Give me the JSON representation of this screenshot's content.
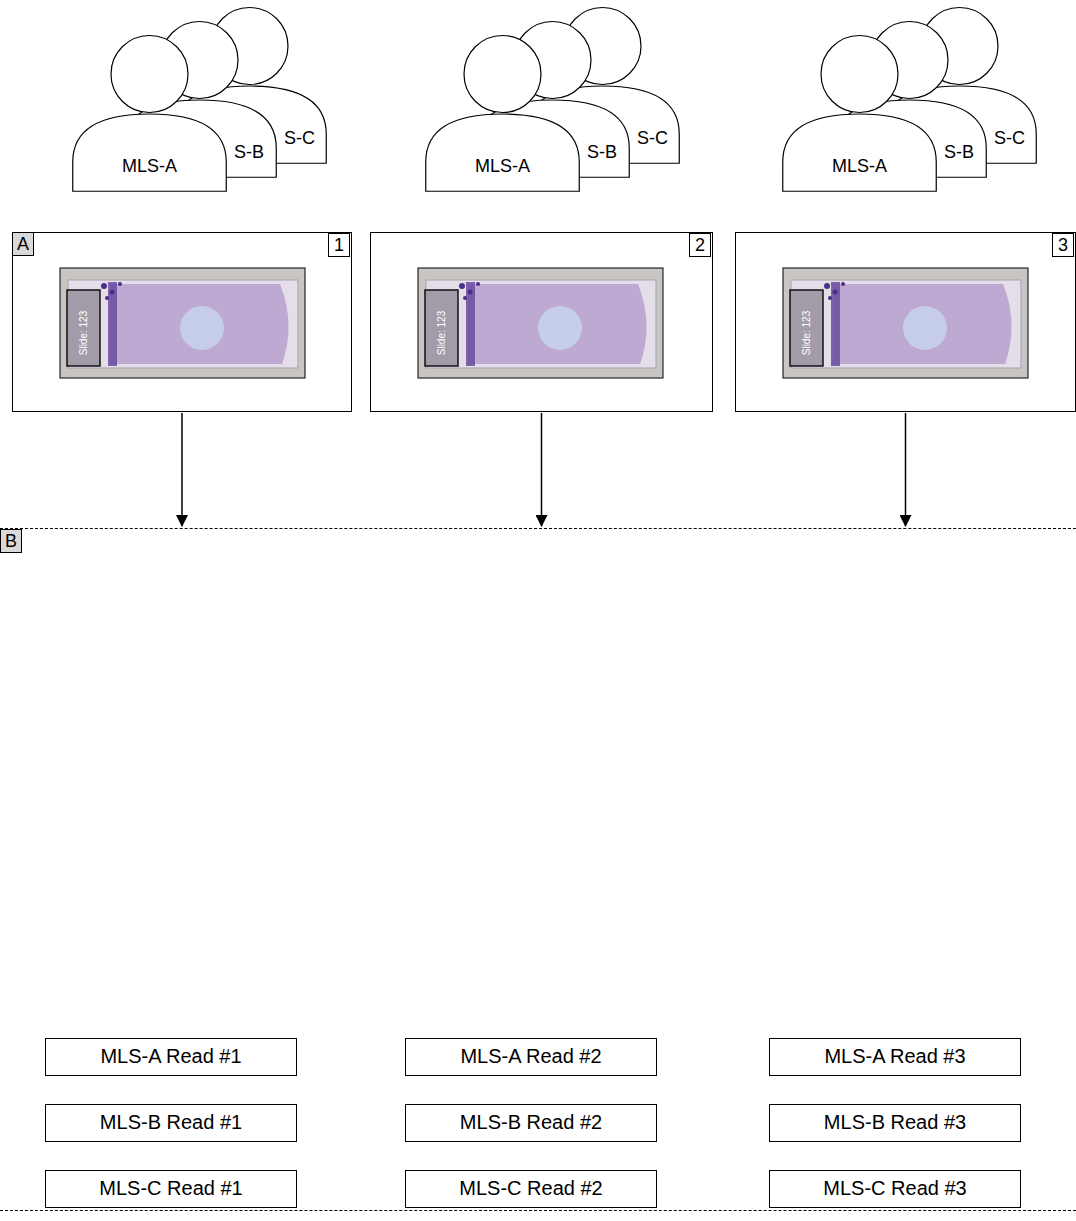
{
  "diagram": {
    "nodes": [
      {
        "text": [
          "MLS-A"
        ]
      },
      {
        "text": [
          "S-B"
        ]
      },
      {
        "text": [
          "S-C"
        ]
      },
      {
        "text": [
          "MLS-A"
        ]
      },
      {
        "text": [
          "S-B"
        ]
      },
      {
        "text": [
          "S-C"
        ]
      },
      {
        "text": [
          "MLS-A"
        ]
      },
      {
        "text": [
          "S-B"
        ]
      },
      {
        "text": [
          "S-C"
        ]
      },
      {
        "text": [
          "1"
        ]
      },
      {
        "text": [
          "2"
        ]
      },
      {
        "text": [
          "3"
        ]
      },
      {
        "text": [
          "B"
        ]
      },
      {
        "text": [
          "MLS-A Read #1"
        ],
        "in": 12
      },
      {
        "text": [
          "MLS-A Read #2"
        ],
        "in": 12
      },
      {
        "text": [
          "MLS-A Read #3"
        ],
        "in": 12
      },
      {
        "text": [
          "MLS-B Read #1"
        ],
        "in": 12
      },
      {
        "text": [
          "MLS-B Read #2"
        ],
        "in": 12
      },
      {
        "text": [
          "MLS-B Read #3"
        ],
        "in": 12
      },
      {
        "text": [
          "MLS-C Read #1"
        ],
        "in": 12
      },
      {
        "text": [
          "MLS-C Read #2"
        ],
        "in": 12
      },
      {
        "text": [
          "MLS-C Read #3"
        ],
        "in": 12
      }
    ],
    "edges": [
      {
        "from": 9,
        "to": 12,
        "arrow": "to"
      },
      {
        "from": 10,
        "to": 12,
        "arrow": "to"
      },
      {
        "from": 11,
        "to": 12,
        "arrow": "to"
      }
    ],
    "labels": [
      "A",
      "Slide: 123",
      "Slide: 123",
      "Slide: 123"
    ]
  }
}
